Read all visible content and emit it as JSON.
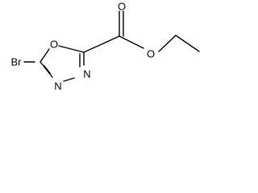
{
  "molecule": {
    "atoms": {
      "bromine": "Br",
      "ring_oxygen": "O",
      "carbonyl_oxygen": "O",
      "ester_oxygen": "O",
      "nitrogen_3": "N",
      "nitrogen_4": "N"
    }
  }
}
